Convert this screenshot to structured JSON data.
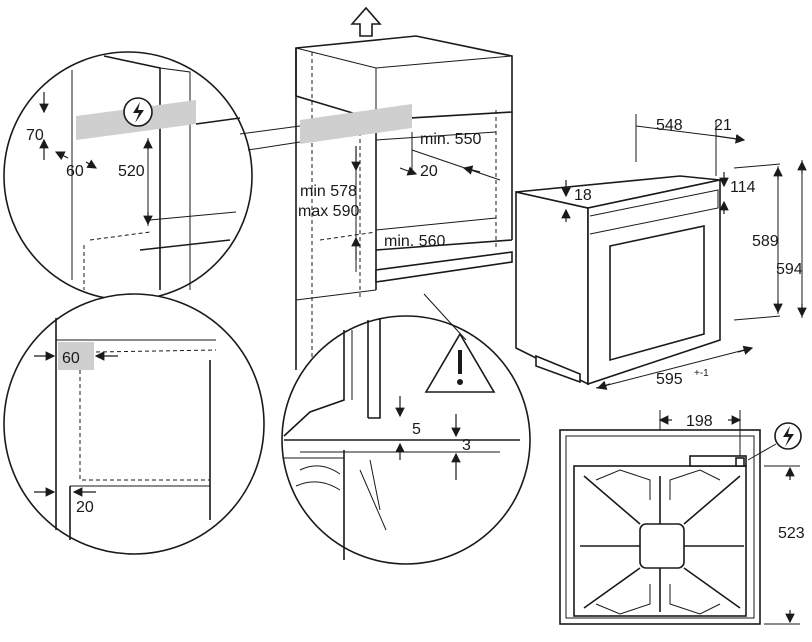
{
  "diagram": {
    "labels": {
      "d70": "70",
      "d60_top": "60",
      "d520": "520",
      "d60_box": "60",
      "d20_low": "20",
      "min550": "min. 550",
      "d20_mid": "20",
      "min578": "min 578",
      "max590": "max 590",
      "min560": "min. 560",
      "d5": "5",
      "d3": "3",
      "d548": "548",
      "d21": "21",
      "d18": "18",
      "d114": "114",
      "d589": "589",
      "d594": "594",
      "d595": "595",
      "d595_tol": "+-1",
      "d198": "198",
      "d523": "523"
    },
    "icons": {
      "electrical": "lightning-bolt-icon",
      "warning": "warning-triangle-icon",
      "upload": "up-arrow-icon"
    }
  }
}
